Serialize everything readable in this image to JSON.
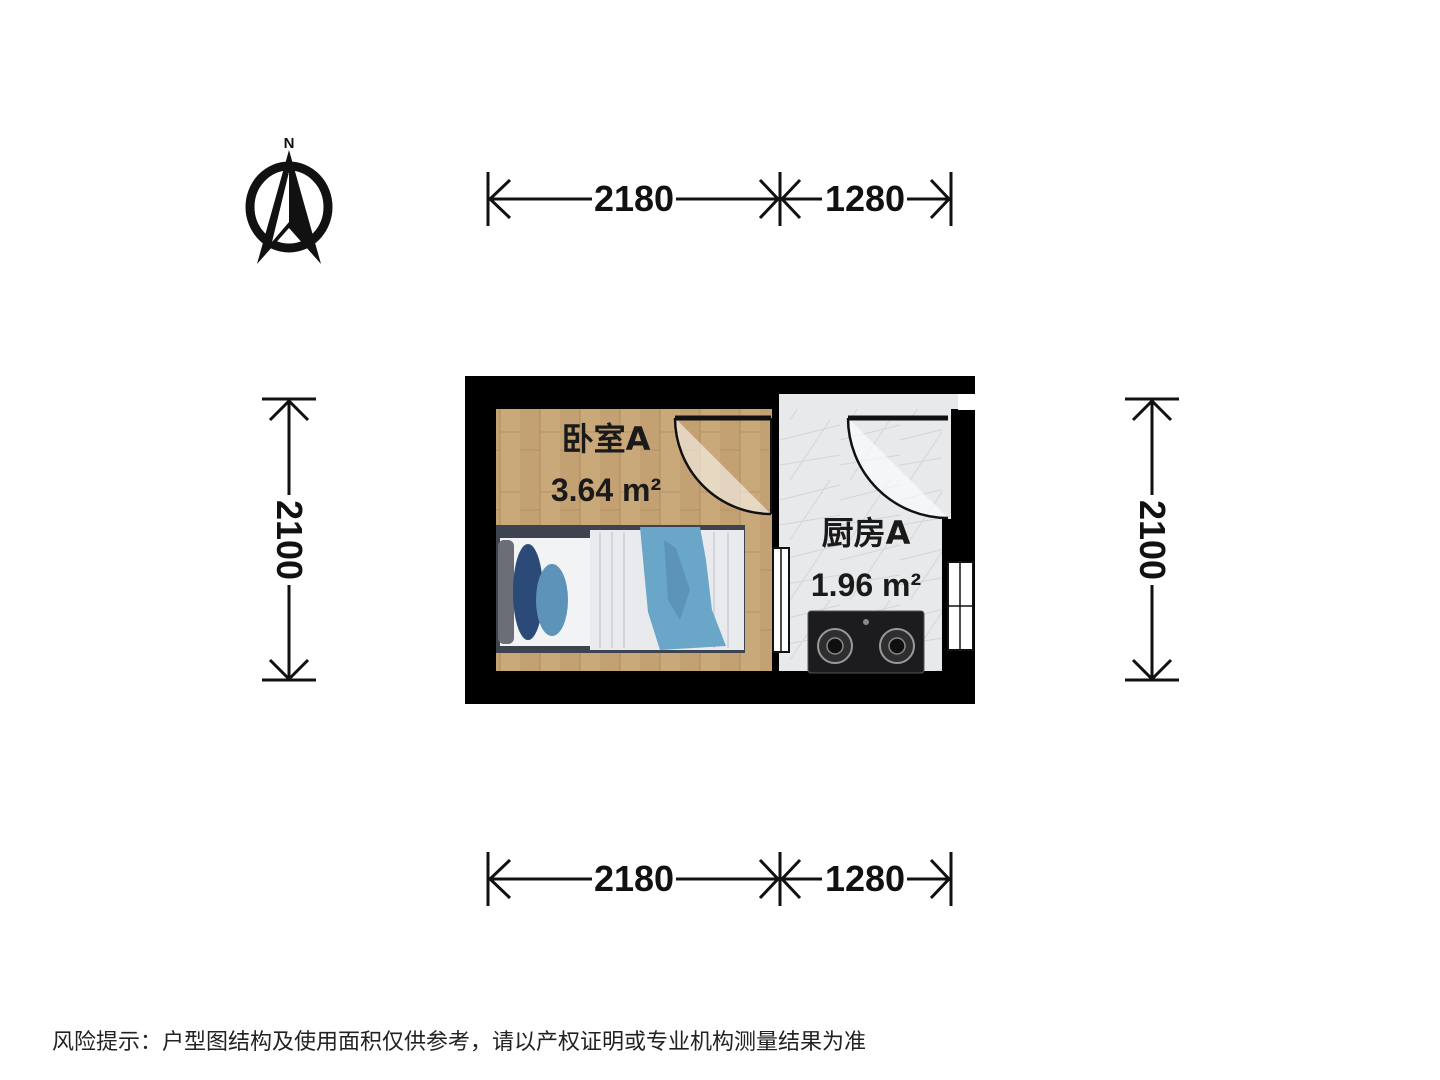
{
  "compass": {
    "label": "N"
  },
  "dimensions": {
    "top": [
      "2180",
      "1280"
    ],
    "bottom": [
      "2180",
      "1280"
    ],
    "left": "2100",
    "right": "2100"
  },
  "rooms": [
    {
      "name": "卧室A",
      "area": "3.64 m²"
    },
    {
      "name": "厨房A",
      "area": "1.96 m²"
    }
  ],
  "disclaimer": "风险提示：户型图结构及使用面积仅供参考，请以产权证明或专业机构测量结果为准",
  "colors": {
    "wall": "#000000",
    "bedroom_floor": "#c8a878",
    "kitchen_floor": "#e6e8ea",
    "blanket": "#6aa6c8",
    "pillow": "#2c4a78"
  }
}
